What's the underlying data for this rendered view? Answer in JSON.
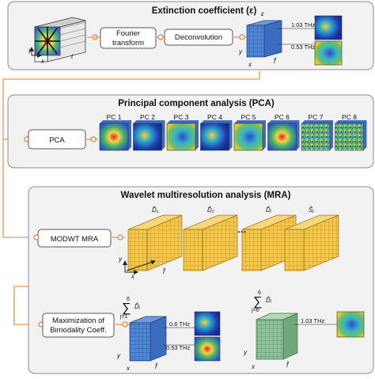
{
  "panel_extinction": {
    "title": "Extinction coefficient (ε)",
    "fourier_label_1": "Fourier",
    "fourier_label_2": "transform",
    "deconvolution_label": "Deconvolution",
    "epsilon_symbol": "ε",
    "freq_high": "1.03 THz",
    "freq_low": "0.53 THz",
    "axis_x": "x",
    "axis_y": "y",
    "axis_t": "t",
    "axis_f": "f̃"
  },
  "panel_pca": {
    "title": "Principal component analysis (PCA)",
    "pca_label": "PCA",
    "components": [
      "PC 1",
      "PC 2",
      "PC 3",
      "PC 4",
      "PC 5",
      "PC 6",
      "PC 7",
      "PC 8"
    ]
  },
  "panel_mra": {
    "title": "Wavelet multiresolution analysis (MRA)",
    "modwt_label": "MODWT MRA",
    "cube_labels": [
      "D̃₁",
      "D̃₂",
      "D̃ⱼ",
      "S̃ⱼ"
    ],
    "ellipsis": "…",
    "axis_x": "x",
    "axis_y": "y",
    "axis_f": "f̃",
    "maximization_label_1": "Maximization of",
    "maximization_label_2": "Bimodality Coeff.",
    "sum_symbol": "∑",
    "sum1_upper": "6",
    "sum1_lower": "j=1",
    "sum1_term": "D̃ⱼ",
    "sum2_upper": "6",
    "sum2_lower": "j=6",
    "sum2_term": "D̃ⱼ",
    "freq_b1_high": "0.6 THz",
    "freq_b1_low": "0.53 THz",
    "freq_b2": "1.03 THz"
  },
  "colors": {
    "connector": "#f2a86a",
    "panel_bg": "#f2f2f2",
    "blue_cube": "#4f86d6",
    "yellow_cube": "#f4c64a",
    "green_cube": "#8fc49a"
  }
}
